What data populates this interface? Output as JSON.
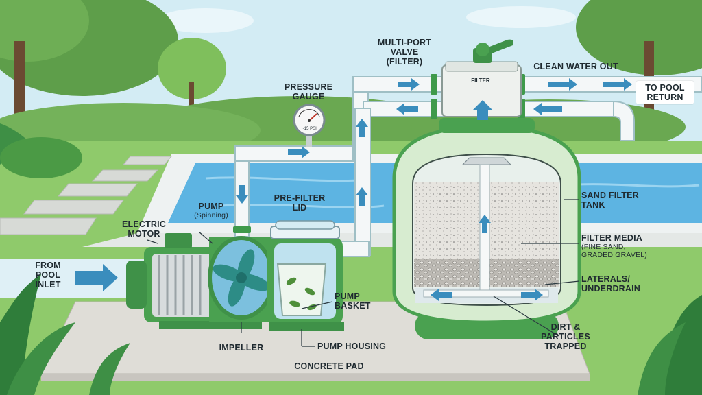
{
  "labels": {
    "multiport_valve": {
      "line1": "MULTI-PORT VALVE",
      "line2": "(FILTER)"
    },
    "valve_top_text": "FILTER",
    "clean_water_out": "CLEAN WATER OUT",
    "to_pool_return": {
      "line1": "TO POOL",
      "line2": "RETURN"
    },
    "pressure_gauge": {
      "line1": "PRESSURE",
      "line2": "GAUGE"
    },
    "gauge_readout": "~15 PSI",
    "pump": {
      "line1": "PUMP",
      "line2": "(Spinning)"
    },
    "prefilter_lid": {
      "line1": "PRE-FILTER",
      "line2": "LID"
    },
    "electric_motor": {
      "line1": "ELECTRIC",
      "line2": "MOTOR"
    },
    "from_pool_inlet": {
      "line1": "FROM",
      "line2": "POOL",
      "line3": "INLET"
    },
    "sand_filter_tank": {
      "line1": "SAND FILTER",
      "line2": "TANK"
    },
    "filter_media": {
      "line1": "FILTER MEDIA",
      "line2": "(FINE SAND,",
      "line3": "GRADED GRAVEL)"
    },
    "laterals": {
      "line1": "LATERALS/",
      "line2": "UNDERDRAIN"
    },
    "pump_basket": {
      "line1": "PUMP",
      "line2": "BASKET"
    },
    "impeller": "IMPELLER",
    "pump_housing": "PUMP HOUSING",
    "dirt": {
      "line1": "DIRT &",
      "line2": "PARTICLES",
      "line3": "TRAPPED"
    },
    "concrete_pad": "CONCRETE PAD"
  },
  "colors": {
    "sky": "#cfe9f2",
    "grass": "#8cc86a",
    "pool_water": "#5fb6e3",
    "pipe": "#f4f7f8",
    "pipe_outline": "#a9c6cc",
    "flow_arrow": "#3d8fbf",
    "equipment_green": "#4fa552",
    "tank_light_green": "#d8ecd0",
    "sand": "#e3e1dc",
    "gravel": "#b5b3ad",
    "concrete": "#dedcd6"
  }
}
